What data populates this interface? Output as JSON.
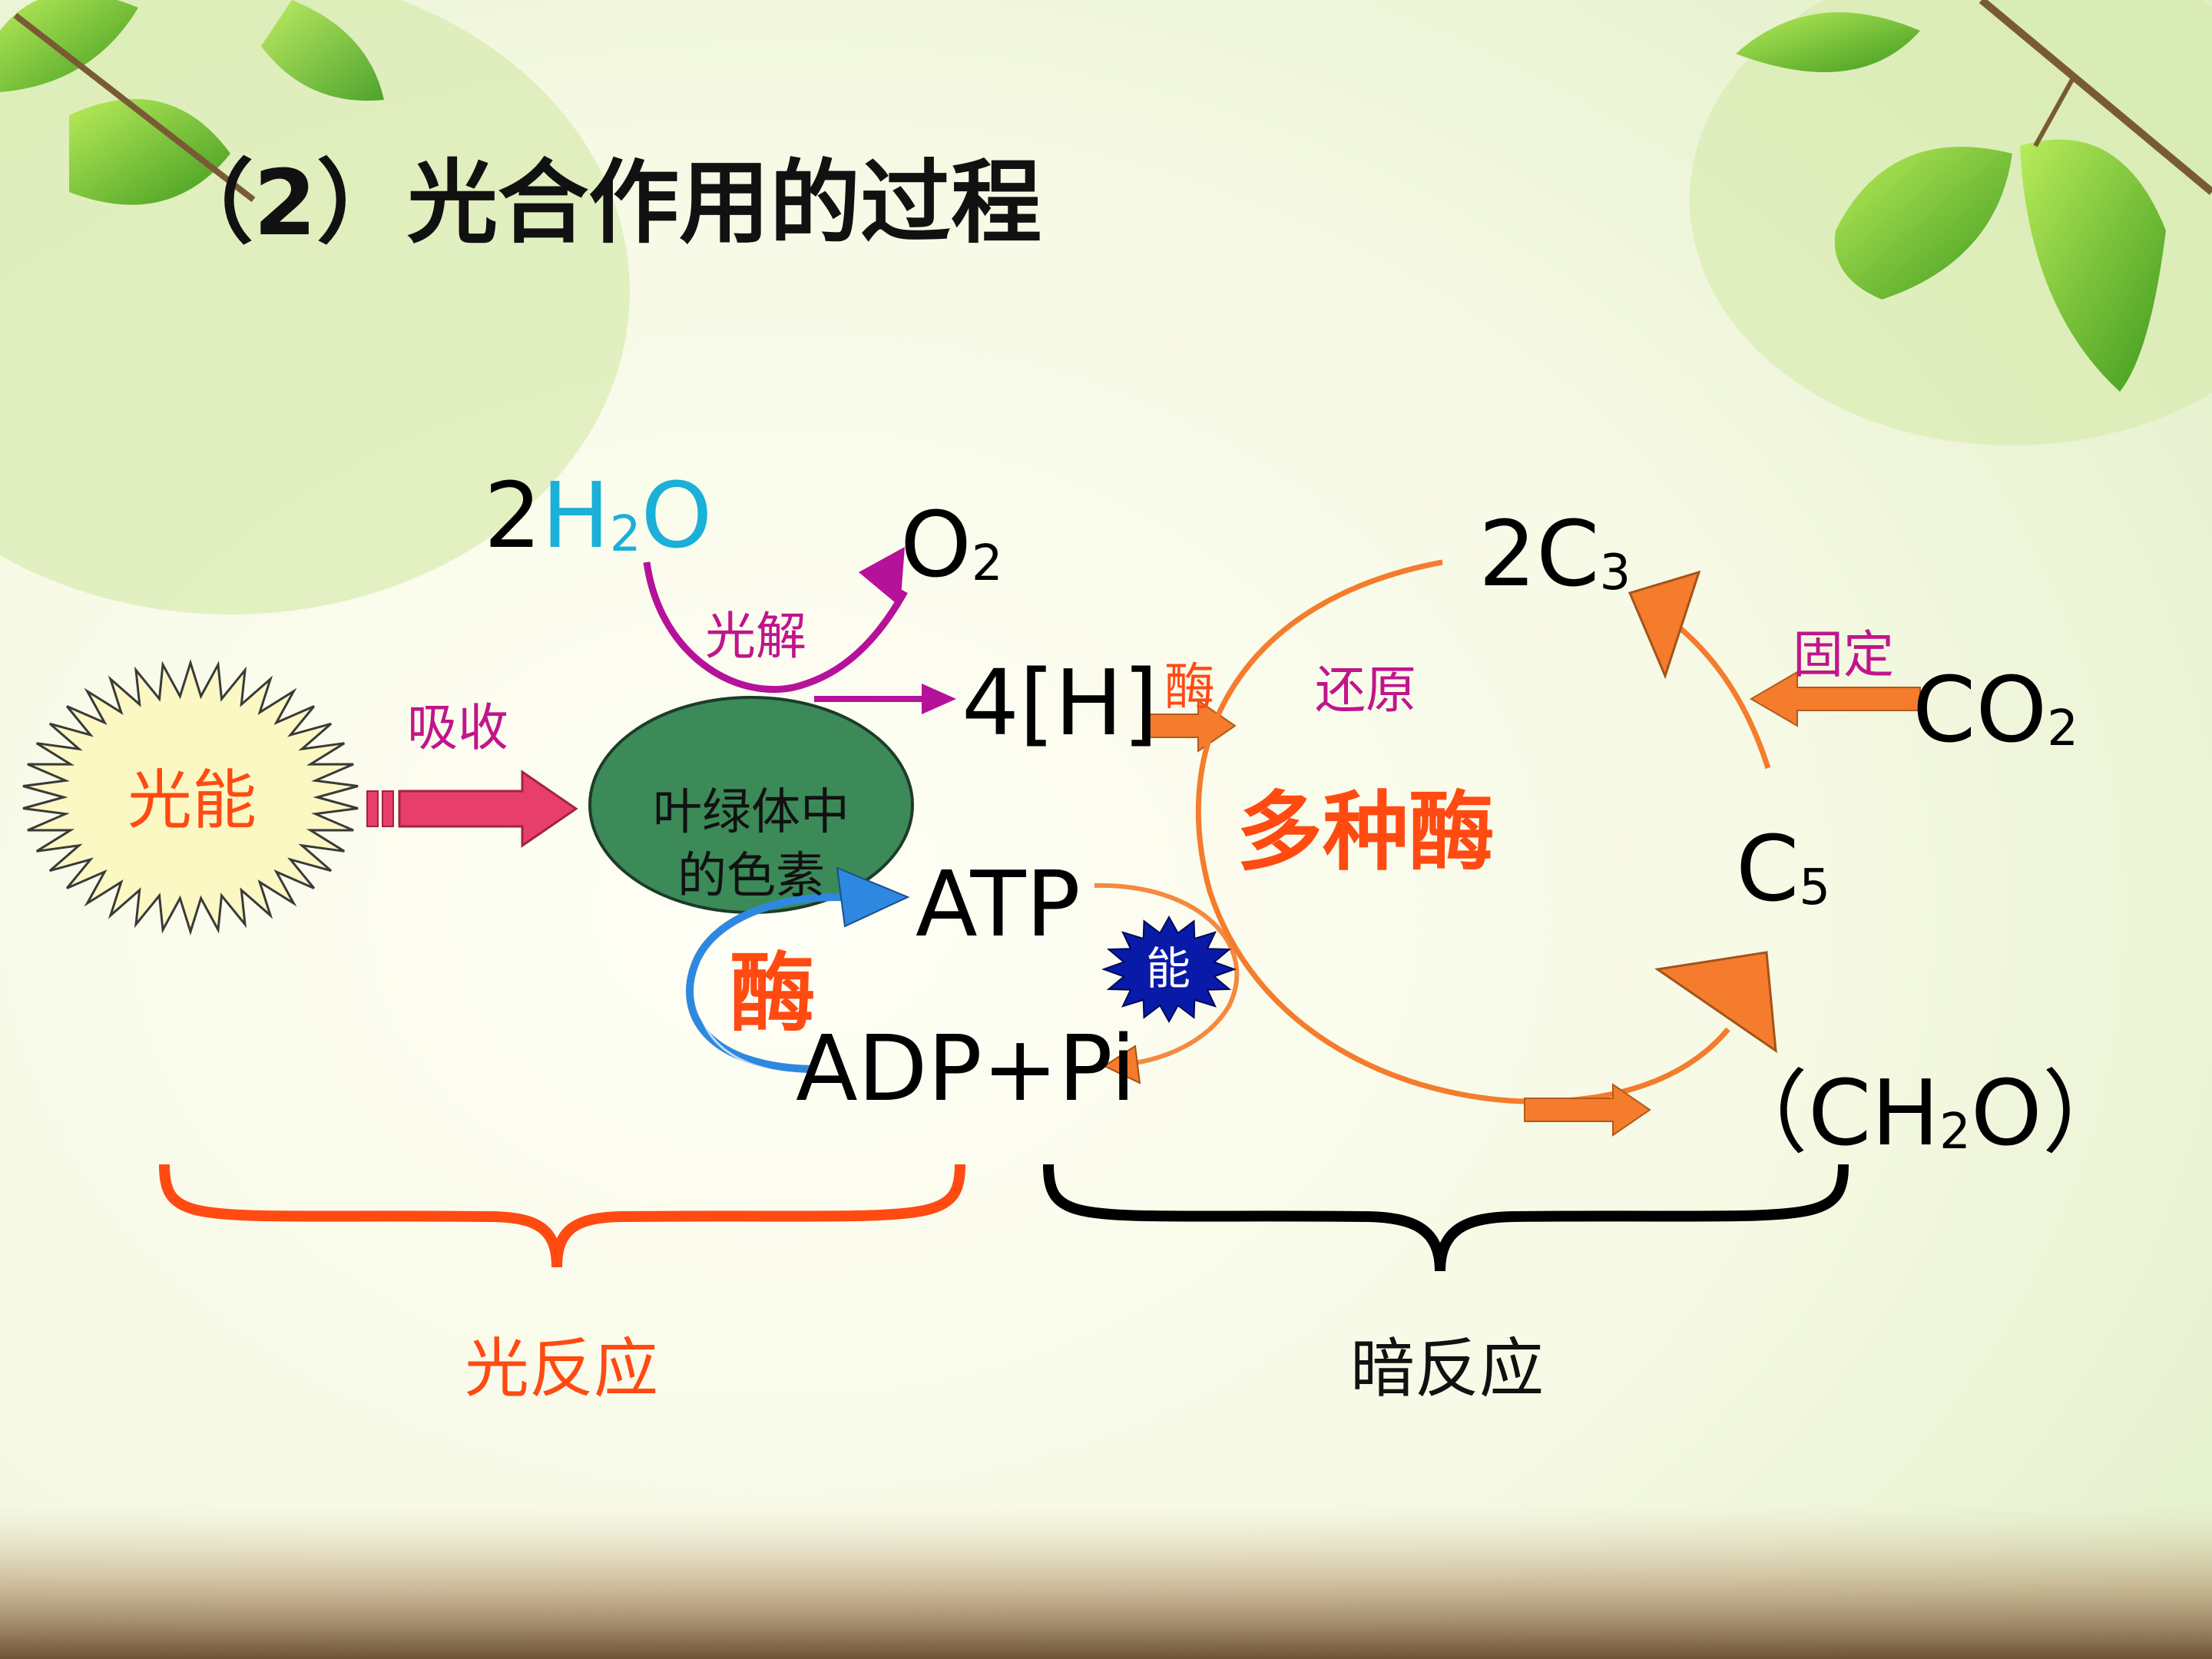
{
  "title": "（2）光合作用的过程",
  "nodes": {
    "light_energy": "光能",
    "water": {
      "coef": "2",
      "formula": "H",
      "sub": "2",
      "tail": "O"
    },
    "oxygen": {
      "formula": "O",
      "sub": "2"
    },
    "hydrogen": "4[H]",
    "pigment_line1": "叶绿体中",
    "pigment_line2": "的色素",
    "atp": "ATP",
    "adp": "ADP+Pi",
    "c3": {
      "coef": "2",
      "formula": "C",
      "sub": "3"
    },
    "co2": {
      "formula": "CO",
      "sub": "2"
    },
    "c5": {
      "formula": "C",
      "sub": "5"
    },
    "ch2o": {
      "open": "（",
      "formula": "CH",
      "sub": "2",
      "tail": "O",
      "close": "）"
    }
  },
  "labels": {
    "absorb": "吸收",
    "photolysis": "光解",
    "enzyme_small": "酶",
    "enzyme_big": "酶",
    "reduction": "还原",
    "fixation": "固定",
    "many_enzymes": "多种酶",
    "energy": "能",
    "light_reaction": "光反应",
    "dark_reaction": "暗反应"
  },
  "colors": {
    "orange": "#f47c2c",
    "magenta": "#b5119a",
    "pink_arrow": "#e83e6c",
    "blue": "#2f88e0",
    "pigment_fill": "#3b8a58",
    "red_text": "#ff4a12",
    "cyan_text": "#1ab0d8",
    "navy_burst": "#0a1aa8"
  }
}
